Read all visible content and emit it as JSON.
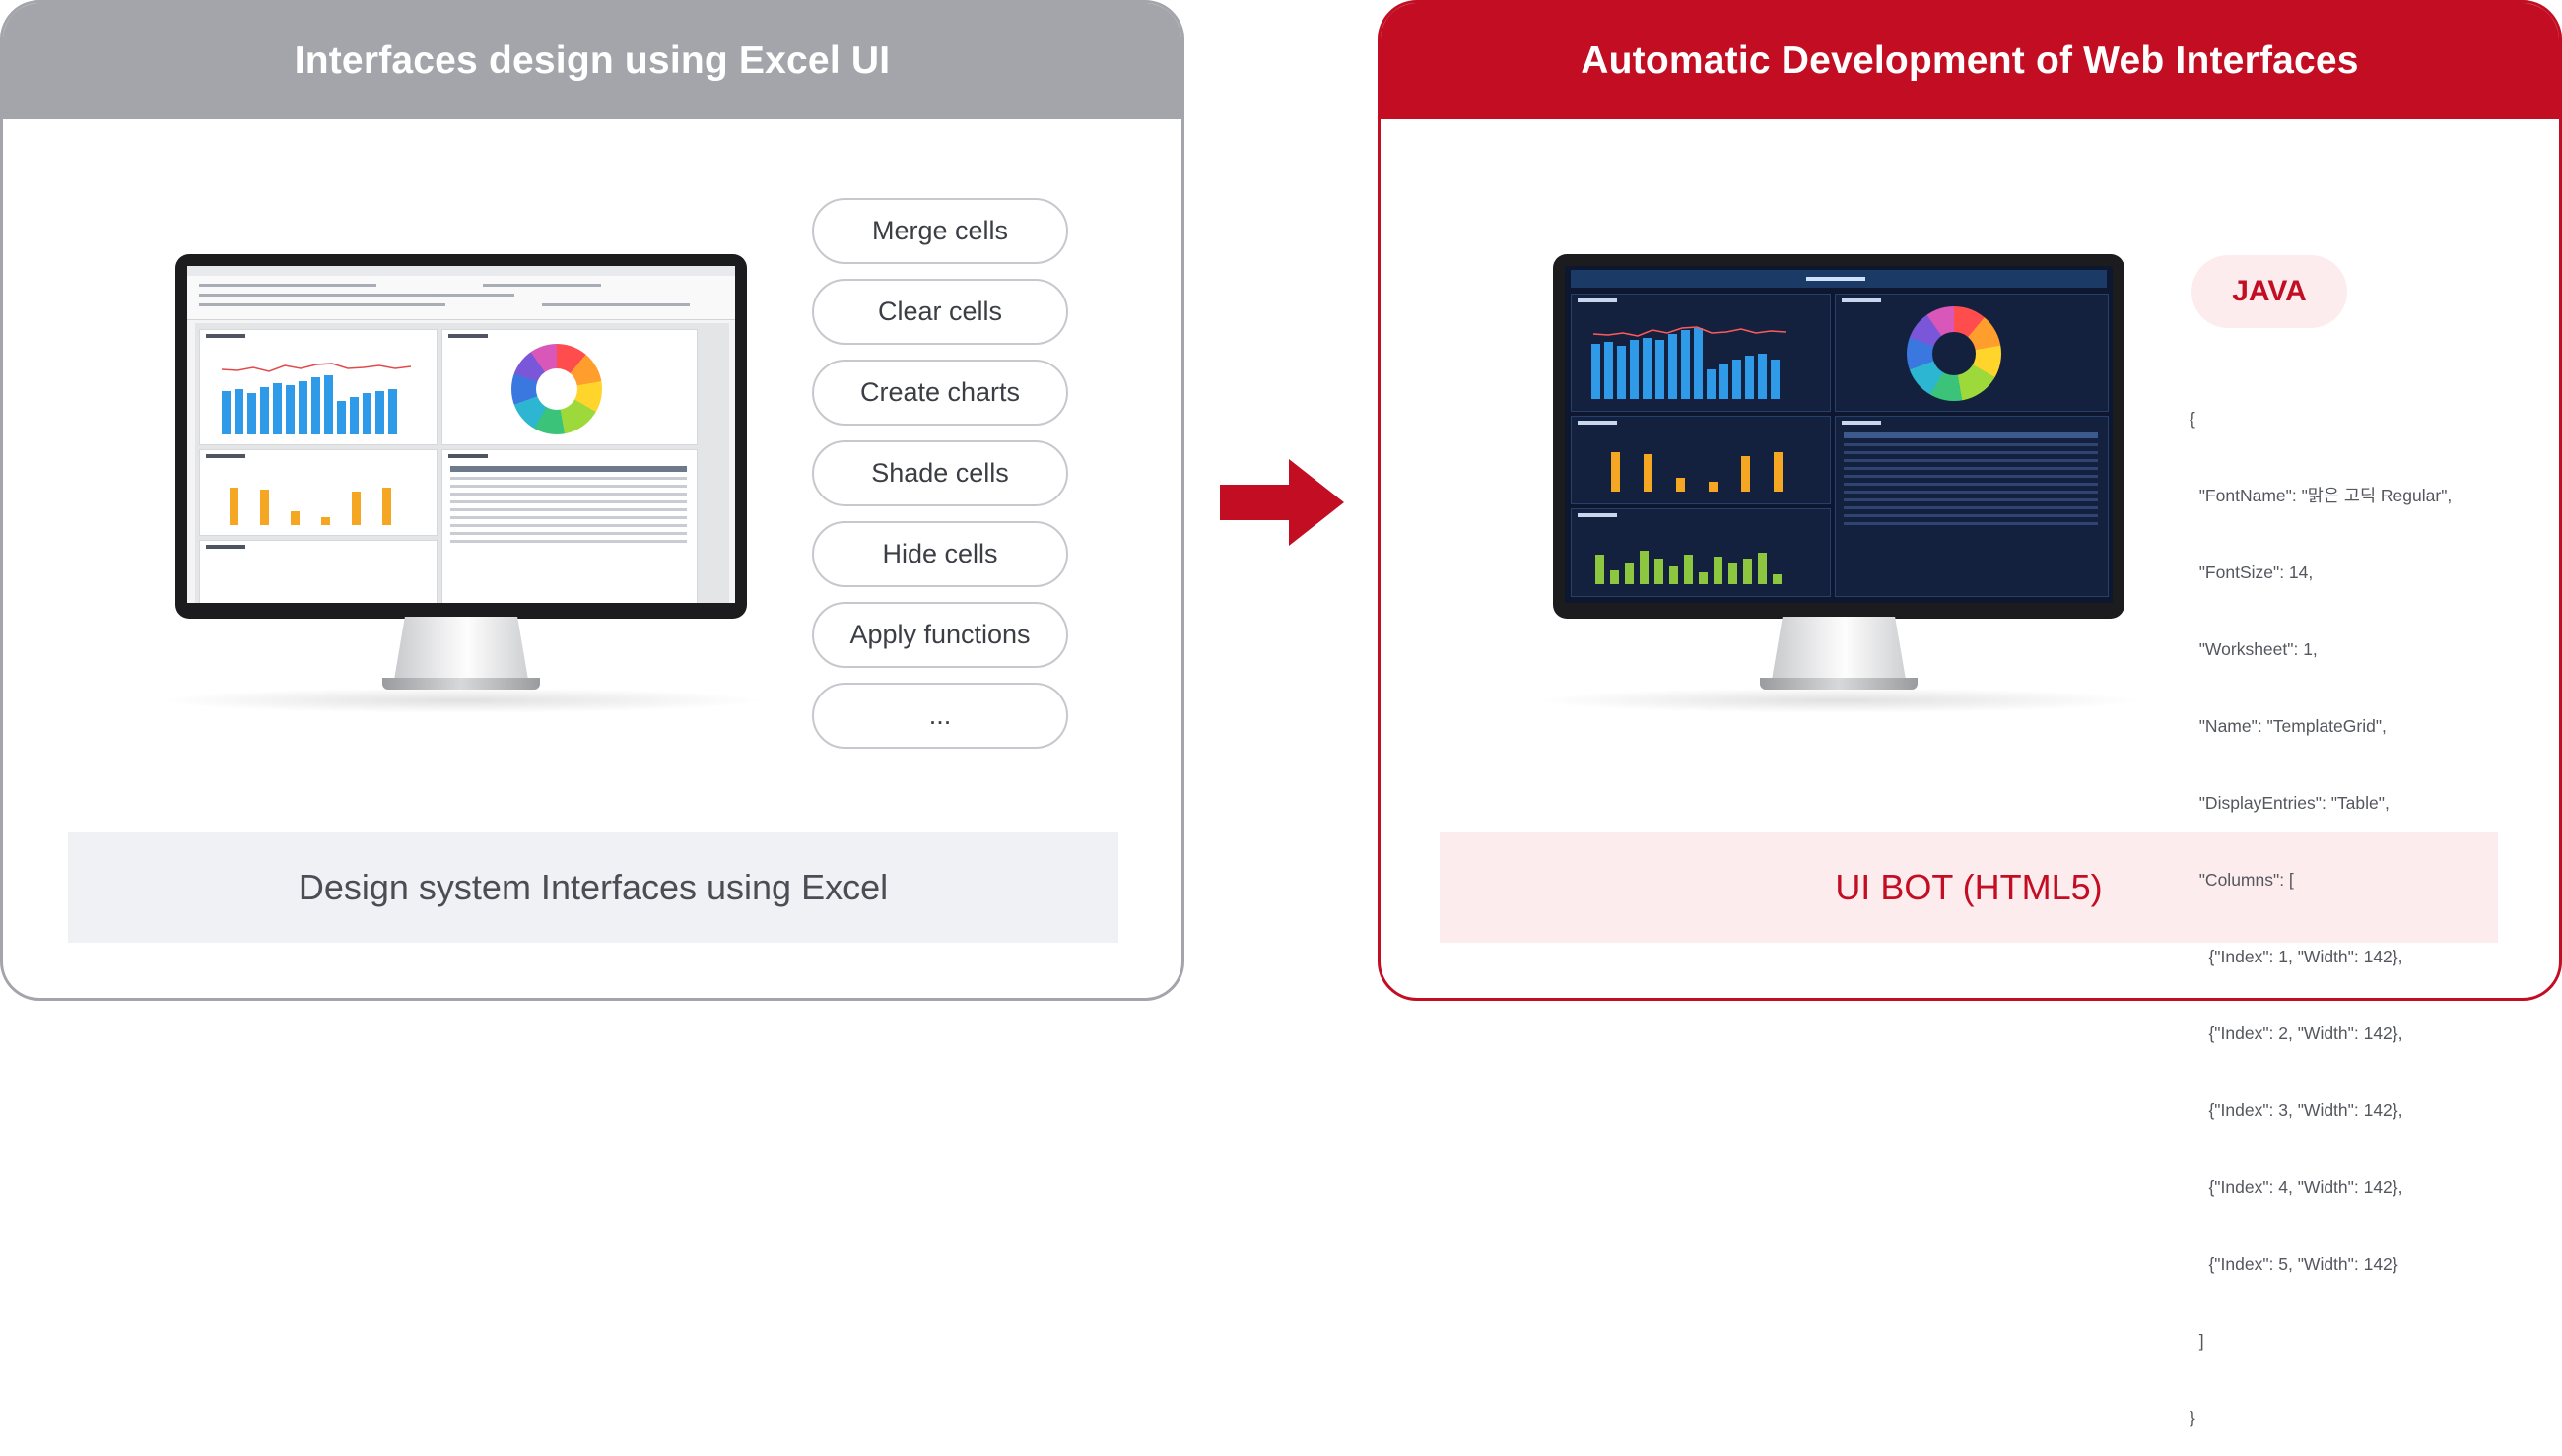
{
  "left_panel": {
    "title": "Interfaces design using Excel UI",
    "features": [
      "Merge cells",
      "Clear cells",
      "Create charts",
      "Shade cells",
      "Hide cells",
      "Apply functions",
      "..."
    ],
    "footer": "Design system Interfaces using Excel"
  },
  "right_panel": {
    "title": "Automatic Development of Web Interfaces",
    "badge": "JAVA",
    "code_lines": [
      "{",
      "  \"FontName\": \"맑은 고딕 Regular\",",
      "  \"FontSize\": 14,",
      "  \"Worksheet\": 1,",
      "  \"Name\": \"TemplateGrid\",",
      "  \"DisplayEntries\": \"Table\",",
      "  \"Columns\": [",
      "    {\"Index\": 1, \"Width\": 142},",
      "    {\"Index\": 2, \"Width\": 142},",
      "    {\"Index\": 3, \"Width\": 142},",
      "    {\"Index\": 4, \"Width\": 142},",
      "    {\"Index\": 5, \"Width\": 142}",
      "  ]",
      "}"
    ],
    "footer": "UI BOT (HTML5)"
  },
  "colors": {
    "gray_accent": "#a3a5ab",
    "red_accent": "#c30d23",
    "arrow": "#c30d23"
  },
  "icons": [
    "arrow-right-icon",
    "monitor-icon"
  ]
}
